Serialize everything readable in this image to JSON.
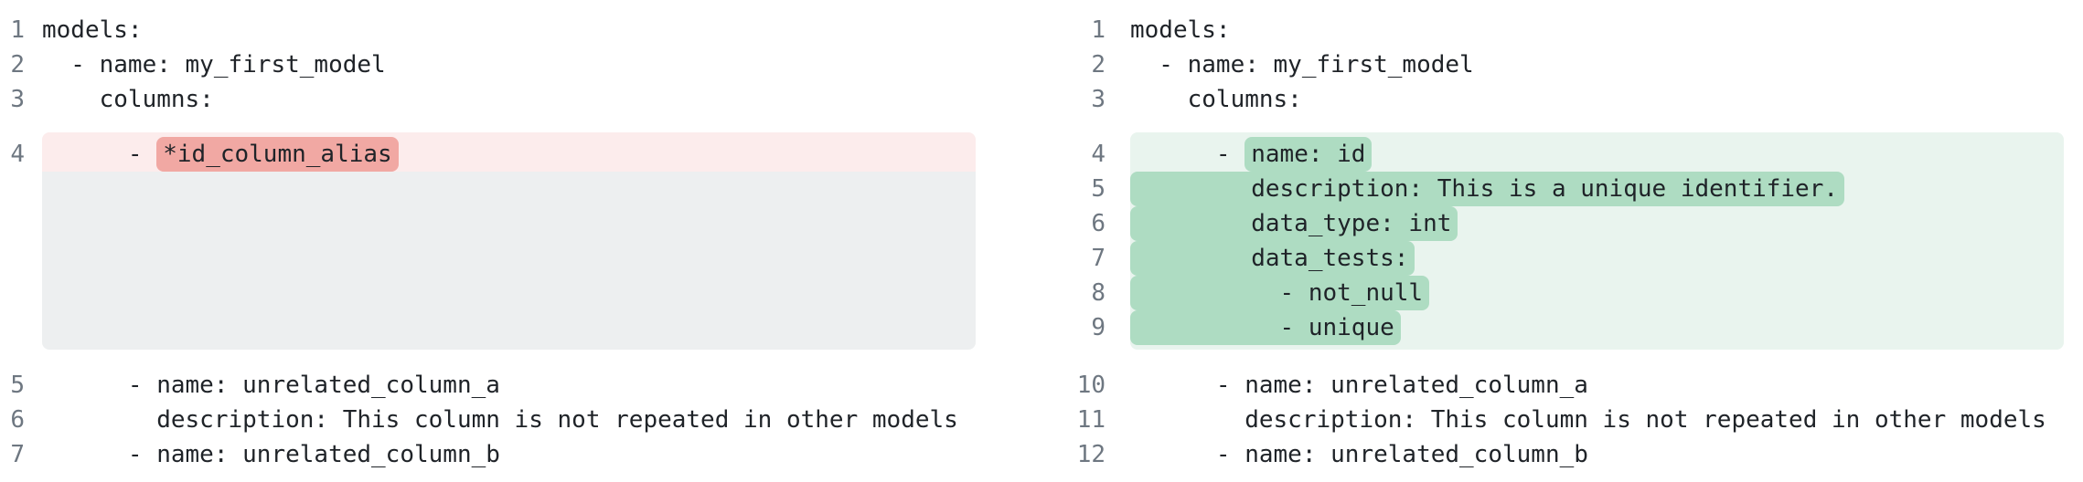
{
  "diff_view": {
    "kind": "side-by-side-yaml-diff",
    "left_pane": {
      "lines": [
        {
          "num": "1",
          "text": "models:"
        },
        {
          "num": "2",
          "text": "  - name: my_first_model"
        },
        {
          "num": "3",
          "text": "    columns:"
        },
        {
          "num": "4",
          "kind": "removed",
          "block": "first",
          "pre": "      - ",
          "mark": "*id_column_alias"
        },
        {
          "kind": "spacer",
          "block": "last"
        },
        {
          "num": "5",
          "text": "      - name: unrelated_column_a"
        },
        {
          "num": "6",
          "text": "        description: This column is not repeated in other models"
        },
        {
          "num": "7",
          "text": "      - name: unrelated_column_b"
        }
      ]
    },
    "right_pane": {
      "lines": [
        {
          "num": "1",
          "text": "models:"
        },
        {
          "num": "2",
          "text": "  - name: my_first_model"
        },
        {
          "num": "3",
          "text": "    columns:"
        },
        {
          "num": "4",
          "kind": "added",
          "block": "first",
          "pre": "      - ",
          "mark": "name: id"
        },
        {
          "num": "5",
          "kind": "added",
          "block": "mid",
          "mark": "        description: This is a unique identifier."
        },
        {
          "num": "6",
          "kind": "added",
          "block": "mid",
          "mark": "        data_type: int"
        },
        {
          "num": "7",
          "kind": "added",
          "block": "mid",
          "mark": "        data_tests:"
        },
        {
          "num": "8",
          "kind": "added",
          "block": "mid",
          "mark": "          - not_null"
        },
        {
          "num": "9",
          "kind": "added",
          "block": "last",
          "mark": "          - unique"
        },
        {
          "num": "10",
          "text": "      - name: unrelated_column_a"
        },
        {
          "num": "11",
          "text": "        description: This column is not repeated in other models"
        },
        {
          "num": "12",
          "text": "      - name: unrelated_column_b"
        }
      ]
    },
    "colors": {
      "removed_line_bg": "#fcecec",
      "removed_token_bg": "#f1a8a3",
      "added_line_bg": "#e9f4ee",
      "added_token_bg": "#aedcc2",
      "spacer_bg": "#edeff0",
      "line_number": "#6e7781",
      "code_text": "#1f2328"
    }
  }
}
